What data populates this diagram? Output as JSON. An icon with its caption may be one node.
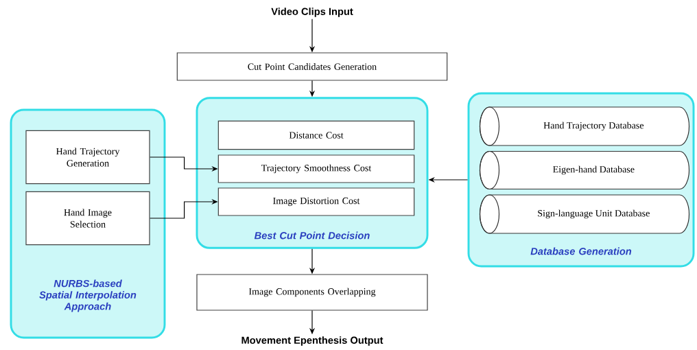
{
  "diagram": {
    "nodes": [
      {
        "text": [
          "Video Clips Input"
        ]
      },
      {
        "text": [
          "Cut Point Candidates Generation"
        ]
      },
      {
        "text": [
          "NURBS-based Spatial Interpolation Approach"
        ]
      },
      {
        "text": [
          "Hand Trajectory Generation"
        ],
        "in": 2
      },
      {
        "text": [
          "Hand Image Selection"
        ],
        "in": 2
      },
      {
        "text": [
          "Best Cut Point Decision"
        ]
      },
      {
        "text": [
          "Distance Cost"
        ],
        "in": 5
      },
      {
        "text": [
          "Trajectory Smoothness Cost"
        ],
        "in": 5
      },
      {
        "text": [
          "Image Distortion Cost"
        ],
        "in": 5
      },
      {
        "text": [
          "Database Generation"
        ]
      },
      {
        "text": [
          "Hand Trajectory Database"
        ],
        "in": 9
      },
      {
        "text": [
          "Eigen-hand Database"
        ],
        "in": 9
      },
      {
        "text": [
          "Sign-language Unit Database"
        ],
        "in": 9
      },
      {
        "text": [
          "Image Components Overlapping"
        ]
      },
      {
        "text": [
          "Movement Epenthesis Output"
        ]
      }
    ],
    "edges": [
      {
        "from": 0,
        "to": 1,
        "arrow": "to"
      },
      {
        "from": 1,
        "to": 5,
        "arrow": "to"
      },
      {
        "from": 3,
        "to": 7,
        "arrow": "to"
      },
      {
        "from": 4,
        "to": 8,
        "arrow": "to"
      },
      {
        "from": 9,
        "to": 5,
        "arrow": "to"
      },
      {
        "from": 5,
        "to": 13,
        "arrow": "to"
      },
      {
        "from": 13,
        "to": 14,
        "arrow": "to"
      }
    ]
  }
}
